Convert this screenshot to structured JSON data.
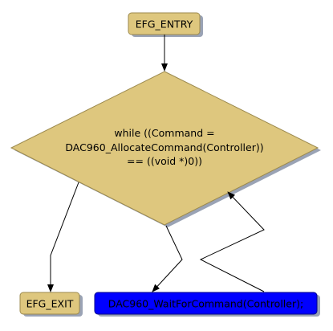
{
  "diagram": {
    "colors": {
      "node_fill": "#DEC77E",
      "node_stroke": "#9C8A4E",
      "shadow": "#9AA3B5",
      "call_fill": "#0000FF",
      "call_stroke": "#000088",
      "edge": "#000000"
    },
    "nodes": {
      "entry": {
        "label": "EFG_ENTRY"
      },
      "loop": {
        "line1": "while ((Command =",
        "line2": "DAC960_AllocateCommand(Controller))",
        "line3": "== ((void *)0))"
      },
      "exit": {
        "label": "EFG_EXIT"
      },
      "call": {
        "label": "DAC960_WaitForCommand(Controller);"
      }
    }
  }
}
